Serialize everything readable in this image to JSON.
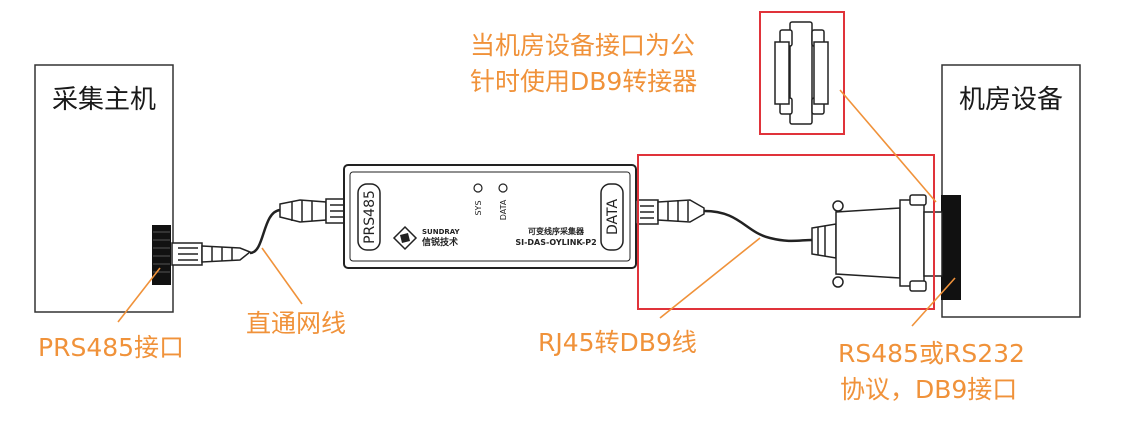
{
  "labels": {
    "host": "采集主机",
    "room_device": "机房设备",
    "prs485_port": "PRS485接口",
    "straight_cable": "直通网线",
    "rj45_db9": "RJ45转DB9线",
    "rs_protocol_line1": "RS485或RS232",
    "rs_protocol_line2": "协议，DB9接口",
    "adapter_note_line1": "当机房设备接口为公",
    "adapter_note_line2": "针时使用DB9转接器"
  },
  "collector": {
    "port_left": "PRS485",
    "port_right": "DATA",
    "led_sys": "SYS",
    "led_data": "DATA",
    "brand": "SUNDRAY",
    "brand_cn": "信锐技术",
    "product_name": "可变线序采集器",
    "model": "SI-DAS-OYLINK-P2"
  },
  "colors": {
    "annotation": "#f0923a",
    "highlight": "#e0333a",
    "line": "#1a1a1a"
  }
}
